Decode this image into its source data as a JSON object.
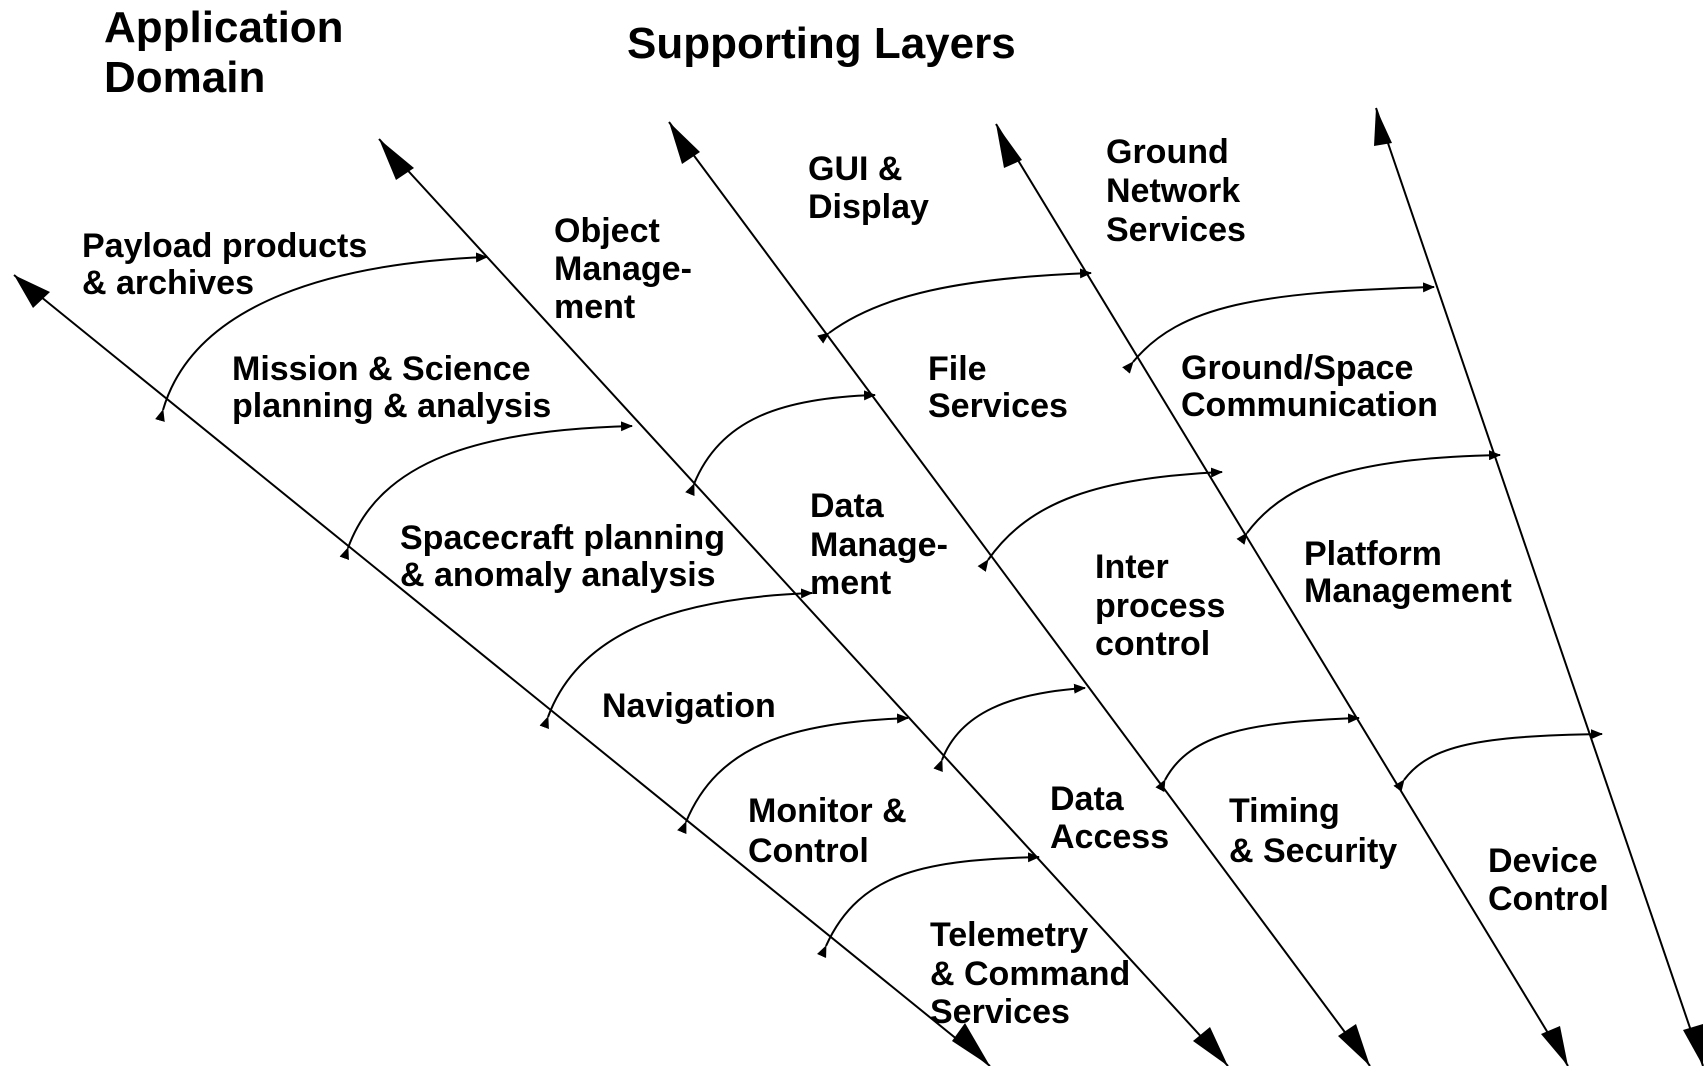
{
  "headings": {
    "application_domain": [
      "Application",
      "Domain"
    ],
    "supporting_layers": "Supporting Layers"
  },
  "labels": {
    "payload": [
      "Payload products",
      "& archives"
    ],
    "mission": [
      "Mission & Science",
      "planning &  analysis"
    ],
    "spacecraft": [
      "Spacecraft planning",
      "& anomaly analysis"
    ],
    "navigation": "Navigation",
    "monitor": [
      "Monitor  &",
      "Control"
    ],
    "telemetry": [
      "Telemetry",
      "& Command",
      "Services"
    ],
    "object_mgmt": [
      "Object",
      "Manage-",
      "ment"
    ],
    "data_mgmt": [
      "Data",
      "Manage-",
      "ment"
    ],
    "data_access": [
      "Data",
      "Access"
    ],
    "gui": [
      "GUI &",
      "Display"
    ],
    "file_services": [
      "File",
      "Services"
    ],
    "interprocess": [
      "Inter",
      "process",
      "control"
    ],
    "ground_network": [
      "Ground",
      "Network",
      "Services"
    ],
    "ground_space": [
      "Ground/Space",
      "Communication"
    ],
    "timing": [
      "Timing",
      "& Security"
    ],
    "platform": [
      "Platform",
      "Management"
    ],
    "device": [
      "Device",
      "Control"
    ]
  },
  "colors": {
    "ink": "#000000",
    "background": "#ffffff"
  }
}
